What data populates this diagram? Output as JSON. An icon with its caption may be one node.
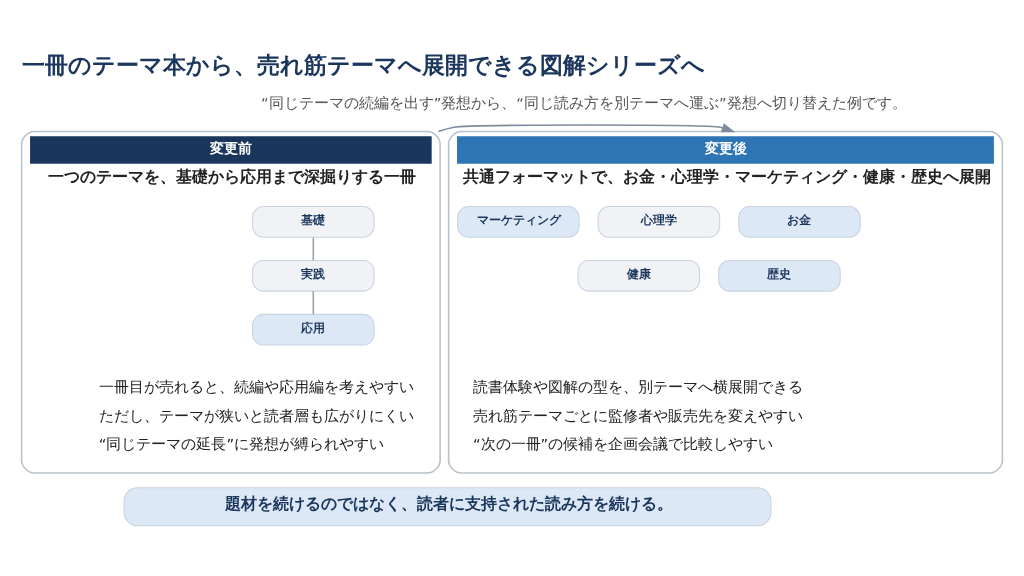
{
  "diagram": {
    "title": "一冊のテーマ本から、売れ筋テーマへ展開できる図解シリーズへ",
    "nodes": [
      {
        "text": [
          "変更前",
          "一つのテーマを、基礎から応用まで深掘りする一冊",
          "一冊目が売れると、続編や応用編を考えやすい",
          "ただし、テーマが狭いと読者層も広がりにくい",
          "“同じテーマの延長”に発想が縛られやすい"
        ]
      },
      {
        "text": [
          "基礎"
        ],
        "in": 0
      },
      {
        "text": [
          "実践"
        ],
        "in": 0
      },
      {
        "text": [
          "応用"
        ],
        "in": 0
      },
      {
        "text": [
          "変更後",
          "共通フォーマットで、お金・心理学・マーケティング・健康・歴史へ展開",
          "読書体験や図解の型を、別テーマへ横展開できる",
          "売れ筋テーマごとに監修者や販売先を変えやすい",
          "“次の一冊”の候補を企画会議で比較しやすい"
        ]
      },
      {
        "text": [
          "お金"
        ],
        "in": 4
      },
      {
        "text": [
          "心理学"
        ],
        "in": 4
      },
      {
        "text": [
          "マーケティング"
        ],
        "in": 4
      },
      {
        "text": [
          "健康"
        ],
        "in": 4
      },
      {
        "text": [
          "歴史"
        ],
        "in": 4
      },
      {
        "text": [
          "題材を続けるのではなく、読者に支持された読み方を続ける。"
        ]
      }
    ],
    "edges": [
      {
        "from": 1,
        "to": 2,
        "arrow": "none"
      },
      {
        "from": 2,
        "to": 3,
        "arrow": "none"
      },
      {
        "from": 0,
        "to": 4,
        "arrow": "to",
        "color": "#7f8c9d"
      }
    ],
    "labels": [
      "“同じテーマの続編を出す”発想から、“同じ読み方を別テーマへ運ぶ”発想へ切り替えた例です。"
    ]
  }
}
